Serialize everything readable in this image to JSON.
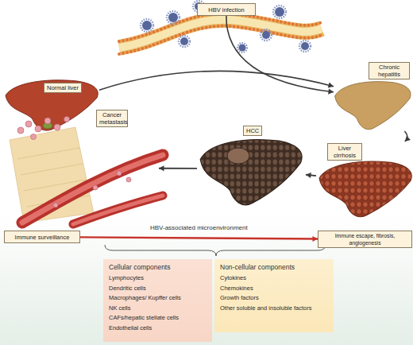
{
  "diagram": {
    "nodes": [
      {
        "text": [
          "HBV infection"
        ]
      },
      {
        "text": [
          "Normal liver"
        ]
      },
      {
        "text": [
          "Chronic hepatitis"
        ]
      },
      {
        "text": [
          "Cancer metastasis"
        ]
      },
      {
        "text": [
          "HCC"
        ]
      },
      {
        "text": [
          "Liver cirrhosis"
        ]
      },
      {
        "text": [
          "Immune surveillance"
        ]
      },
      {
        "text": [
          "Immune escape, fibrosis, angiogenesis"
        ]
      },
      {
        "text": [
          "Cellular components",
          "Lymphocytes",
          "Dendritic cells",
          "Macrophages/ Kupffer cells",
          "NK cells",
          "CAFs/hepatic stellate cells",
          "Endothelial cells"
        ]
      },
      {
        "text": [
          "Non-cellular components",
          "Cytokines",
          "Chemokines",
          "Growth factors",
          "Other soluble and insoluble factors"
        ]
      }
    ],
    "edges": [
      {
        "from": 1,
        "to": 2,
        "arrow": "to"
      },
      {
        "from": 0,
        "to": 2,
        "arrow": "to"
      },
      {
        "from": 2,
        "to": 5,
        "arrow": "to"
      },
      {
        "from": 5,
        "to": 4,
        "arrow": "to"
      },
      {
        "from": 4,
        "to": 3,
        "arrow": "to"
      },
      {
        "from": 6,
        "to": 7,
        "arrow": "to",
        "label": "HBV-associated microenvironment"
      }
    ]
  }
}
